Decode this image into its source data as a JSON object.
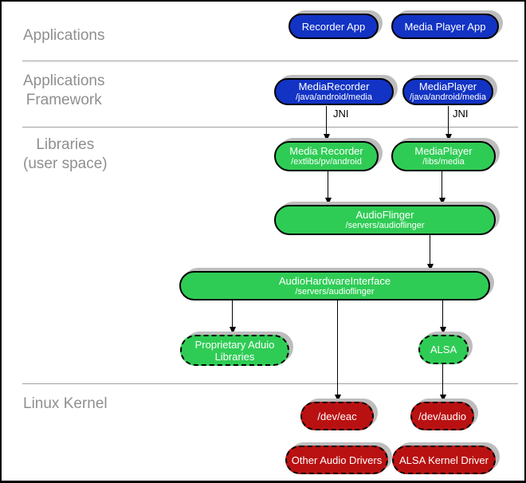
{
  "colors": {
    "blue": "#1233c4",
    "green": "#2fcc55",
    "red": "#b91111",
    "shadow": "#bdbdbd",
    "label_gray": "#8f8f8f",
    "divider_gray": "#a0a0a0"
  },
  "layers": {
    "applications": "Applications",
    "framework": "Applications\nFramework",
    "libraries": "Libraries\n(user space)",
    "kernel": "Linux Kernel"
  },
  "labels": {
    "jni": "JNI"
  },
  "nodes": {
    "recorder_app": {
      "label": "Recorder App"
    },
    "media_player_app": {
      "label": "Media Player App"
    },
    "media_recorder_fw": {
      "label": "MediaRecorder",
      "sublabel": "/java/android/media"
    },
    "media_player_fw": {
      "label": "MediaPlayer",
      "sublabel": "/java/android/media"
    },
    "media_recorder_lib": {
      "label": "Media Recorder",
      "sublabel": "/extlibs/pv/android"
    },
    "media_player_lib": {
      "label": "MediaPlayer",
      "sublabel": "/libs/media"
    },
    "audioflinger": {
      "label": "AudioFlinger",
      "sublabel": "/servers/audioflinger"
    },
    "audio_hardware_interface": {
      "label": "AudioHardwareInterface",
      "sublabel": "/servers/audioflinger"
    },
    "proprietary_audio_libraries": {
      "label": "Proprietary Aduio\nLibraries"
    },
    "alsa": {
      "label": "ALSA"
    },
    "dev_eac": {
      "label": "/dev/eac"
    },
    "dev_audio": {
      "label": "/dev/audio"
    },
    "other_audio_drivers": {
      "label": "Other Audio Drivers"
    },
    "alsa_kernel_driver": {
      "label": "ALSA Kernel Driver"
    }
  }
}
